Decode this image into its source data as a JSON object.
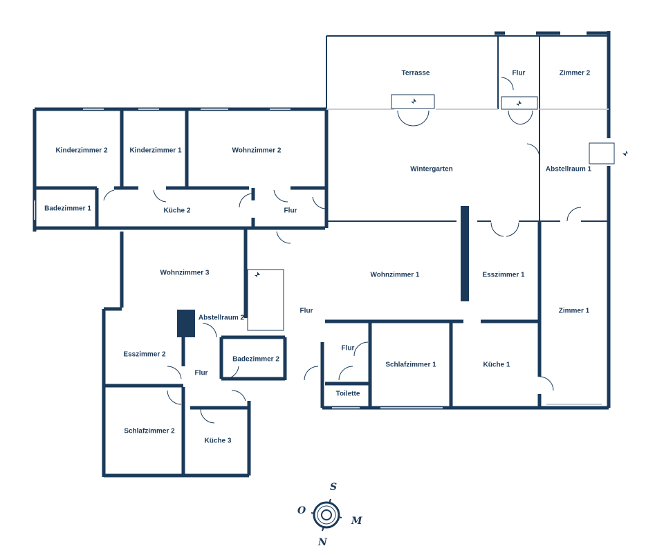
{
  "rooms": {
    "terrasse": "Terrasse",
    "flur_top": "Flur",
    "zimmer2": "Zimmer 2",
    "kinderzimmer2": "Kinderzimmer 2",
    "kinderzimmer1": "Kinderzimmer 1",
    "wohnzimmer2": "Wohnzimmer 2",
    "wintergarten": "Wintergarten",
    "abstellraum1": "Abstellraum 1",
    "badezimmer1": "Badezimmer 1",
    "kueche2": "Küche 2",
    "flur_left": "Flur",
    "wohnzimmer3": "Wohnzimmer 3",
    "wohnzimmer1": "Wohnzimmer 1",
    "esszimmer1": "Esszimmer 1",
    "zimmer1": "Zimmer 1",
    "abstellraum2": "Abstellraum 2",
    "flur_center": "Flur",
    "esszimmer2": "Esszimmer 2",
    "badezimmer2": "Badezimmer 2",
    "flur_small": "Flur",
    "schlafzimmer1": "Schlafzimmer 1",
    "kueche1": "Küche 1",
    "flur_bottom": "Flur",
    "toilette": "Toilette",
    "schlafzimmer2": "Schlafzimmer 2",
    "kueche3": "Küche 3"
  },
  "compass": {
    "s": "S",
    "o": "O",
    "m": "M",
    "n": "N"
  },
  "colors": {
    "wall": "#1b3a5a"
  }
}
